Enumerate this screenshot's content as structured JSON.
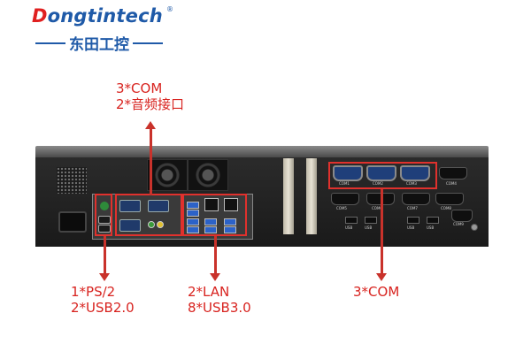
{
  "logo": {
    "wordmark_first": "D",
    "wordmark_rest": "ongtintech",
    "registered": "®",
    "chinese": "东田工控",
    "colors": {
      "blue": "#1f5aa8",
      "red": "#e02020"
    }
  },
  "annotations": {
    "top": {
      "line1": "3*COM",
      "line2": "2*音频接口"
    },
    "bottom_left": {
      "line1": "1*PS/2",
      "line2": "2*USB2.0"
    },
    "bottom_middle": {
      "line1": "2*LAN",
      "line2": "8*USB3.0"
    },
    "bottom_right": {
      "line1": "3*COM"
    }
  },
  "chassis": {
    "top_com_labels": [
      "COM1",
      "COM2",
      "COM3",
      "COM4"
    ],
    "mid_com_labels": [
      "COM5",
      "COM6",
      "COM7",
      "COM8",
      "COM9"
    ],
    "usb_labels": [
      "USB",
      "USB",
      "USB",
      "USB"
    ]
  },
  "colors": {
    "annotation": "#d8231f",
    "highlight": "#e0312d",
    "arrow": "#c9322b"
  }
}
